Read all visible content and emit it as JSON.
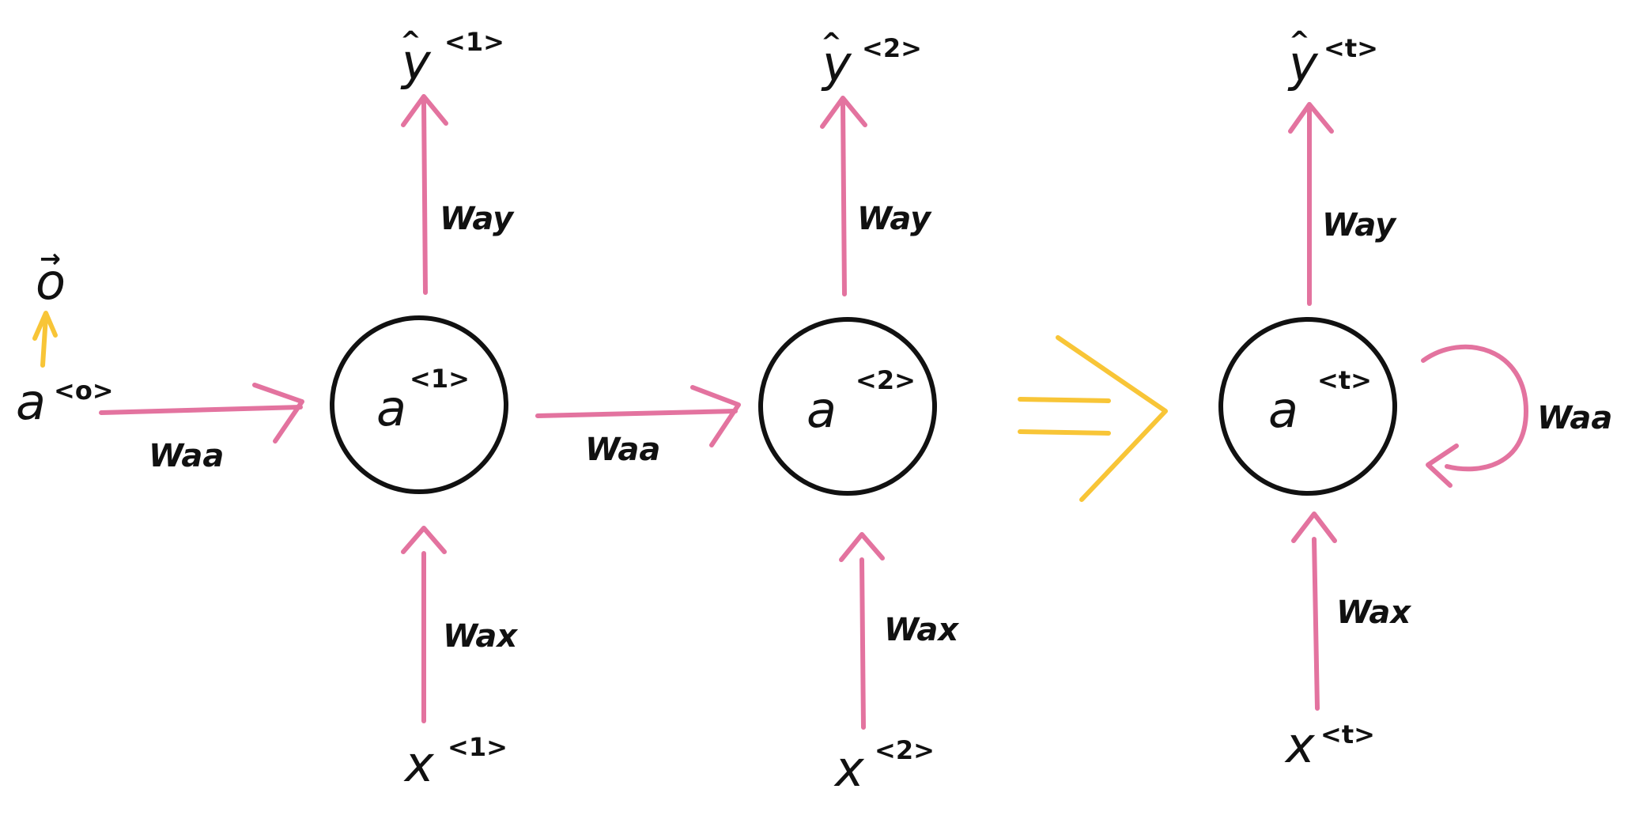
{
  "colors": {
    "arrow": "#e3739f",
    "init": "#f8c537",
    "node": "#111111",
    "text": "#111111"
  },
  "a0": {
    "base": "a",
    "sup": "<o>",
    "vec_base": "o",
    "vec_mark": "→"
  },
  "nodes": [
    {
      "base": "a",
      "sup": "<1>"
    },
    {
      "base": "a",
      "sup": "<2>"
    },
    {
      "base": "a",
      "sup": "<t>"
    }
  ],
  "outputs": [
    {
      "hat": "^",
      "base": "y",
      "sup": "<1>"
    },
    {
      "hat": "^",
      "base": "y",
      "sup": "<2>"
    },
    {
      "hat": "^",
      "base": "y",
      "sup": "<t>"
    }
  ],
  "inputs": [
    {
      "base": "x",
      "sup": "<1>"
    },
    {
      "base": "x",
      "sup": "<2>"
    },
    {
      "base": "x",
      "sup": "<t>"
    }
  ],
  "weights": {
    "way": [
      "Way",
      "Way",
      "Way"
    ],
    "wax": [
      "Wax",
      "Wax",
      "Wax"
    ],
    "waa": [
      "Waa",
      "Waa",
      "Waa"
    ]
  }
}
